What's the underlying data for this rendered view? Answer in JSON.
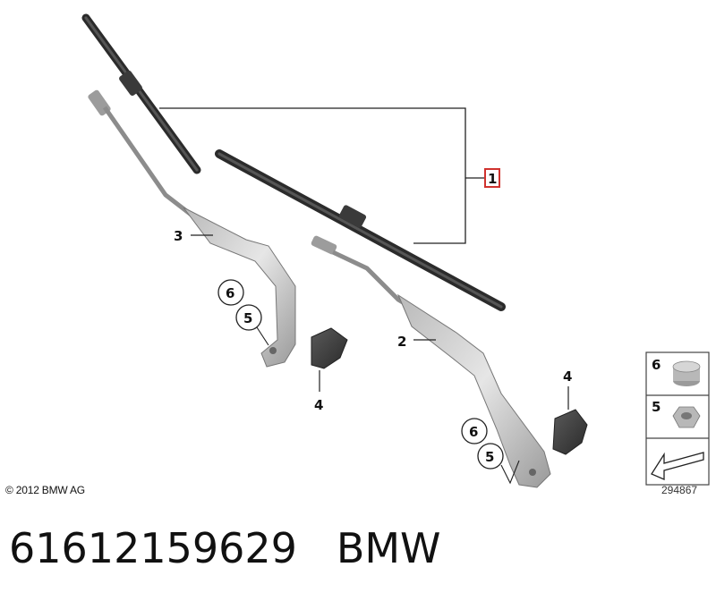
{
  "diagram": {
    "callouts": {
      "part_1": "1",
      "part_2": "2",
      "part_3": "3",
      "part_4_left": "4",
      "part_4_right": "4",
      "part_5_left": "5",
      "part_6_left": "6",
      "part_5_right": "5",
      "part_6_right": "6"
    },
    "legend": {
      "nut_a": "6",
      "nut_b": "5"
    },
    "highlight_color": "#d0322e",
    "copyright": "© 2012 BMW AG",
    "reference_number": "294867"
  },
  "footer": {
    "part_number": "61612159629",
    "brand": "BMW"
  }
}
